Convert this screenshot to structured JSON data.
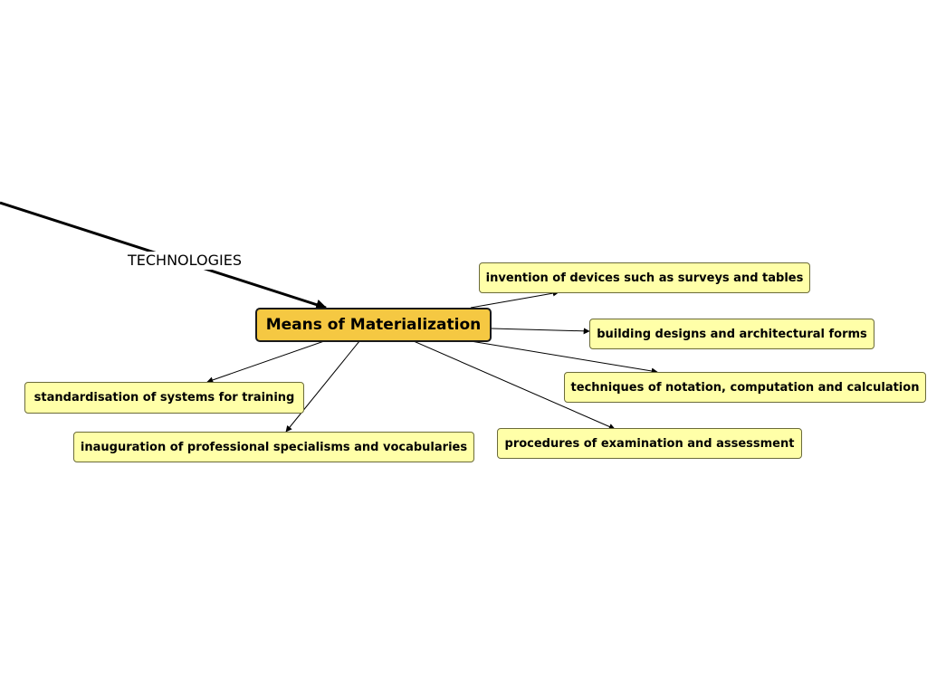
{
  "parent_topic": {
    "label": "TECHNOLOGIES"
  },
  "central_topic": {
    "label": "Means of Materialization",
    "fill_color": "#f5c842"
  },
  "subtopics": [
    {
      "id": "devices",
      "label": "invention of devices such as surveys and tables"
    },
    {
      "id": "building",
      "label": "building designs and architectural forms"
    },
    {
      "id": "notation",
      "label": "techniques of notation, computation and calculation"
    },
    {
      "id": "examination",
      "label": "procedures of examination and assessment"
    },
    {
      "id": "standardisation",
      "label": "standardisation of systems for training"
    },
    {
      "id": "inauguration",
      "label": "inauguration of professional specialisms and vocabularies"
    }
  ],
  "colors": {
    "subtopic_fill": "#ffffa8",
    "line": "#000000"
  }
}
